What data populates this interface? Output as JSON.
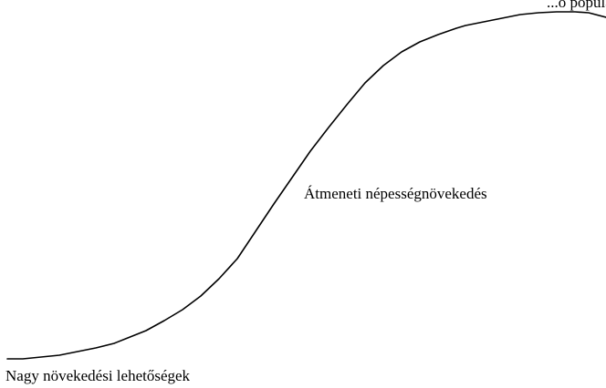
{
  "diagram": {
    "labels": {
      "top": "...ő populáció-szaporulat",
      "middle": "Átmeneti népességnövekedés",
      "bottom": "Nagy növekedési lehetőségek"
    },
    "colors": {
      "background": "#ffffff",
      "curve": "#000000",
      "text": "#000000"
    }
  }
}
